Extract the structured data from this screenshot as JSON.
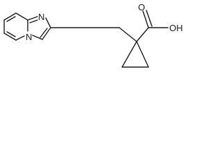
{
  "molecule": {
    "atoms": [
      {
        "id": "N1",
        "label": "N"
      },
      {
        "id": "N2",
        "label": "N"
      },
      {
        "id": "O1",
        "label": "O"
      },
      {
        "id": "O2",
        "label": "OH"
      }
    ],
    "colors": {
      "bond": "#1a1a1a",
      "label": "#1a1a1a",
      "background": "#ffffff"
    }
  }
}
